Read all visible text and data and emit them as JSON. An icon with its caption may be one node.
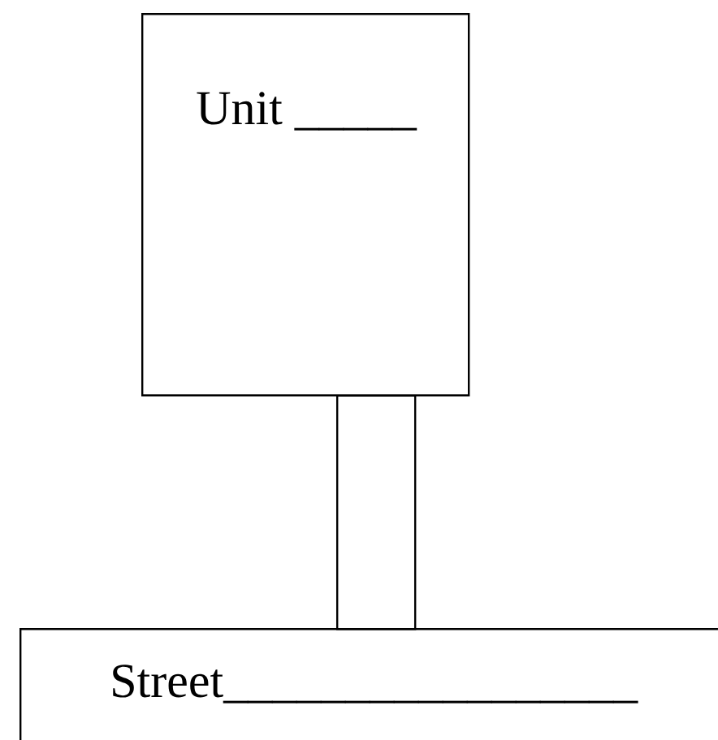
{
  "diagram": {
    "nodes": [
      {
        "text": [
          "Unit _____"
        ]
      },
      {
        "text": [],
        "shape": "box"
      },
      {
        "text": [
          "Street_________________"
        ]
      }
    ]
  }
}
